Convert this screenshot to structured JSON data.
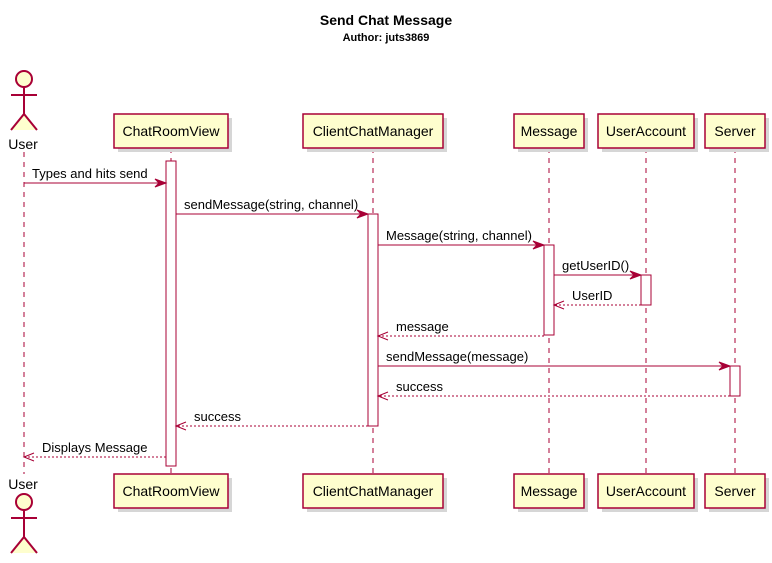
{
  "title": "Send Chat Message",
  "subtitle": "Author: juts3869",
  "colors": {
    "border": "#A80036",
    "fill": "#FEFECE",
    "line": "#A80036"
  },
  "participants": [
    {
      "id": "user",
      "name": "User",
      "type": "actor"
    },
    {
      "id": "crv",
      "name": "ChatRoomView",
      "type": "participant"
    },
    {
      "id": "ccm",
      "name": "ClientChatManager",
      "type": "participant"
    },
    {
      "id": "msg",
      "name": "Message",
      "type": "participant"
    },
    {
      "id": "ua",
      "name": "UserAccount",
      "type": "participant"
    },
    {
      "id": "srv",
      "name": "Server",
      "type": "participant"
    }
  ],
  "messages": [
    {
      "from": "user",
      "to": "crv",
      "label": "Types and hits send",
      "kind": "sync"
    },
    {
      "from": "crv",
      "to": "ccm",
      "label": "sendMessage(string, channel)",
      "kind": "sync"
    },
    {
      "from": "ccm",
      "to": "msg",
      "label": "Message(string, channel)",
      "kind": "sync"
    },
    {
      "from": "msg",
      "to": "ua",
      "label": "getUserID()",
      "kind": "sync"
    },
    {
      "from": "ua",
      "to": "msg",
      "label": "UserID",
      "kind": "return"
    },
    {
      "from": "msg",
      "to": "ccm",
      "label": "message",
      "kind": "return"
    },
    {
      "from": "ccm",
      "to": "srv",
      "label": "sendMessage(message)",
      "kind": "sync"
    },
    {
      "from": "srv",
      "to": "ccm",
      "label": "success",
      "kind": "return"
    },
    {
      "from": "ccm",
      "to": "crv",
      "label": "success",
      "kind": "return"
    },
    {
      "from": "crv",
      "to": "user",
      "label": "Displays Message",
      "kind": "return"
    }
  ]
}
